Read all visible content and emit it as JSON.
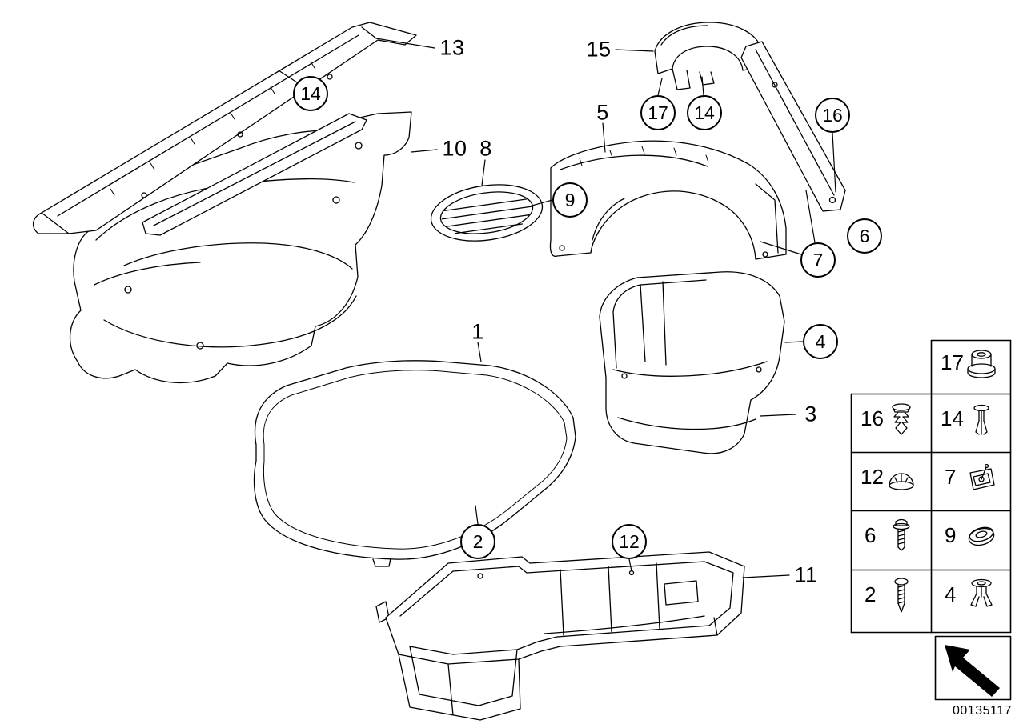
{
  "diagram": {
    "callouts": {
      "c1": {
        "label": "1"
      },
      "c2": {
        "label": "2"
      },
      "c3": {
        "label": "3"
      },
      "c4": {
        "label": "4"
      },
      "c5": {
        "label": "5"
      },
      "c6": {
        "label": "6"
      },
      "c7": {
        "label": "7"
      },
      "c8": {
        "label": "8"
      },
      "c9": {
        "label": "9"
      },
      "c10": {
        "label": "10"
      },
      "c11": {
        "label": "11"
      },
      "c12": {
        "label": "12"
      },
      "c13": {
        "label": "13"
      },
      "c14a": {
        "label": "14"
      },
      "c14b": {
        "label": "14"
      },
      "c15": {
        "label": "15"
      },
      "c16": {
        "label": "16"
      },
      "c17": {
        "label": "17"
      }
    },
    "legend": {
      "cells": [
        {
          "ref": "17",
          "icon": "flange-nut-icon"
        },
        {
          "ref": "16",
          "icon": "expanding-clip-icon"
        },
        {
          "ref": "14",
          "icon": "blind-rivet-icon"
        },
        {
          "ref": "12",
          "icon": "dome-cap-icon"
        },
        {
          "ref": "7",
          "icon": "clip-nut-icon"
        },
        {
          "ref": "6",
          "icon": "pan-head-screw-icon"
        },
        {
          "ref": "9",
          "icon": "oval-grommet-icon"
        },
        {
          "ref": "2",
          "icon": "tapping-screw-icon"
        },
        {
          "ref": "4",
          "icon": "expansion-rivet-icon"
        }
      ]
    },
    "footer": {
      "part_number": "00135117"
    },
    "colors": {
      "line": "#000000",
      "background": "#ffffff"
    }
  }
}
